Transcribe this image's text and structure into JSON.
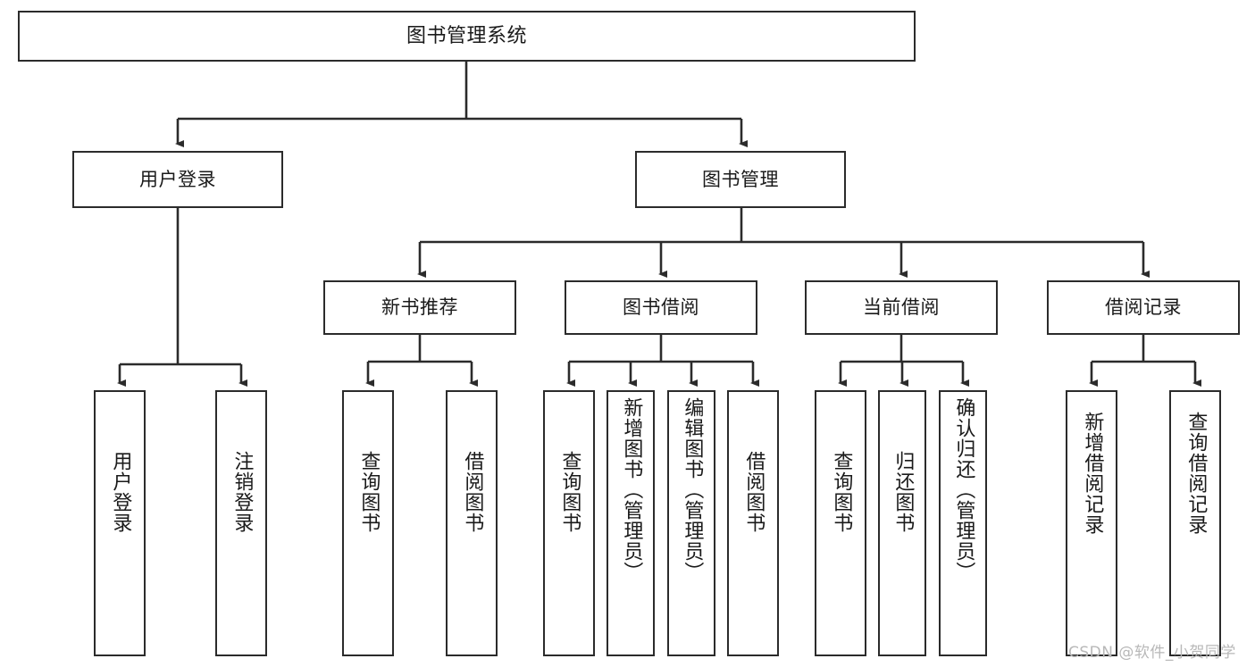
{
  "diagram": {
    "title": "图书管理系统",
    "type": "hierarchy-tree",
    "orientation": "top-down",
    "colors": {
      "box_border": "#2b2b2b",
      "box_fill": "#ffffff",
      "edge": "#2b2b2b",
      "text": "#1a1a1a",
      "watermark": "#b8b8b8"
    },
    "root": {
      "label": "图书管理系统"
    },
    "level1": [
      {
        "label": "用户登录"
      },
      {
        "label": "图书管理"
      }
    ],
    "level2": [
      {
        "label": "新书推荐"
      },
      {
        "label": "图书借阅"
      },
      {
        "label": "当前借阅"
      },
      {
        "label": "借阅记录"
      }
    ],
    "leaves": {
      "user_login": [
        {
          "label": "用户登录"
        },
        {
          "label": "注销登录"
        }
      ],
      "new_book_recommend": [
        {
          "label": "查询图书"
        },
        {
          "label": "借阅图书"
        }
      ],
      "book_borrow": [
        {
          "label": "查询图书"
        },
        {
          "label": "新增图书（管理员）"
        },
        {
          "label": "编辑图书（管理员）"
        },
        {
          "label": "借阅图书"
        }
      ],
      "current_borrow": [
        {
          "label": "查询图书"
        },
        {
          "label": "归还图书"
        },
        {
          "label": "确认归还（管理员）"
        }
      ],
      "borrow_record": [
        {
          "label": "新增借阅记录"
        },
        {
          "label": "查询借阅记录"
        }
      ]
    },
    "watermark": "CSDN @软件_小贺同学"
  }
}
